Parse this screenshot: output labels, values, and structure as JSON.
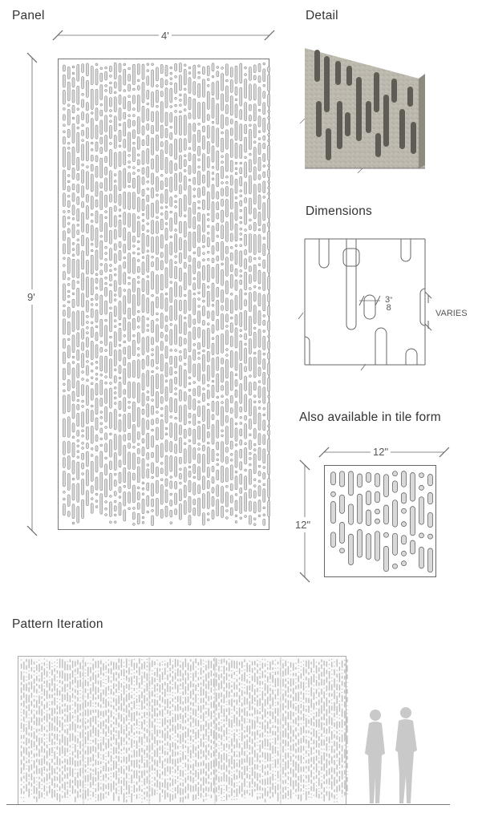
{
  "sections": {
    "panel": {
      "title": "Panel",
      "width_label": "4'",
      "height_label": "9'"
    },
    "detail": {
      "title": "Detail"
    },
    "dimensions": {
      "title": "Dimensions",
      "slot_width_num": "3",
      "slot_width_den": "8",
      "slot_width_mark": "\"",
      "varies_label": "VARIES"
    },
    "tile": {
      "title": "Also available in tile form",
      "width_label": "12\"",
      "height_label": "12\""
    },
    "pattern": {
      "title": "Pattern Iteration"
    }
  },
  "colors": {
    "line": "#666666",
    "slot_fill": "#d9d9d9",
    "felt": "#b9b6ac",
    "figure": "#c8c8c8"
  },
  "icons": [
    "person-silhouette-icon"
  ]
}
